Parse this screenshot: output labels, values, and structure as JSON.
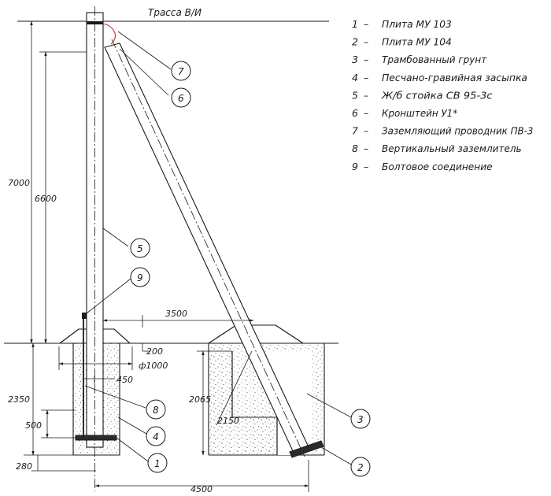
{
  "trace_label": "Трасса В/И",
  "legend": [
    {
      "num": "1",
      "dash": "–",
      "text": "Плита МУ 103"
    },
    {
      "num": "2",
      "dash": "–",
      "text": "Плита МУ 104"
    },
    {
      "num": "3",
      "dash": "–",
      "text": "Трамбованный грунт"
    },
    {
      "num": "4",
      "dash": "–",
      "text": "Песчано-гравийная засыпка"
    },
    {
      "num": "5",
      "dash": "–",
      "text": "Ж/б стойка СВ 95-3с"
    },
    {
      "num": "6",
      "dash": "–",
      "text": "Кронштейн У1*"
    },
    {
      "num": "7",
      "dash": "–",
      "text": "Заземляющий проводник ПВ-3"
    },
    {
      "num": "8",
      "dash": "–",
      "text": "Вертикальный заземлитель"
    },
    {
      "num": "9",
      "dash": "–",
      "text": "Болтовое соединение"
    }
  ],
  "dimensions": {
    "d7000": "7000",
    "d6600": "6600",
    "d3500": "3500",
    "d200": "200",
    "d1000": "ф1000",
    "d450": "450",
    "d2350": "2350",
    "d500": "500",
    "d280": "280",
    "d2065": "2065",
    "d2150": "2150",
    "d4500": "4500"
  },
  "callouts": {
    "c1": "1",
    "c2": "2",
    "c3": "3",
    "c4": "4",
    "c5": "5",
    "c6": "6",
    "c7": "7",
    "c8": "8",
    "c9": "9"
  },
  "colors": {
    "line": "#1a1a1a",
    "background": "#ffffff"
  }
}
